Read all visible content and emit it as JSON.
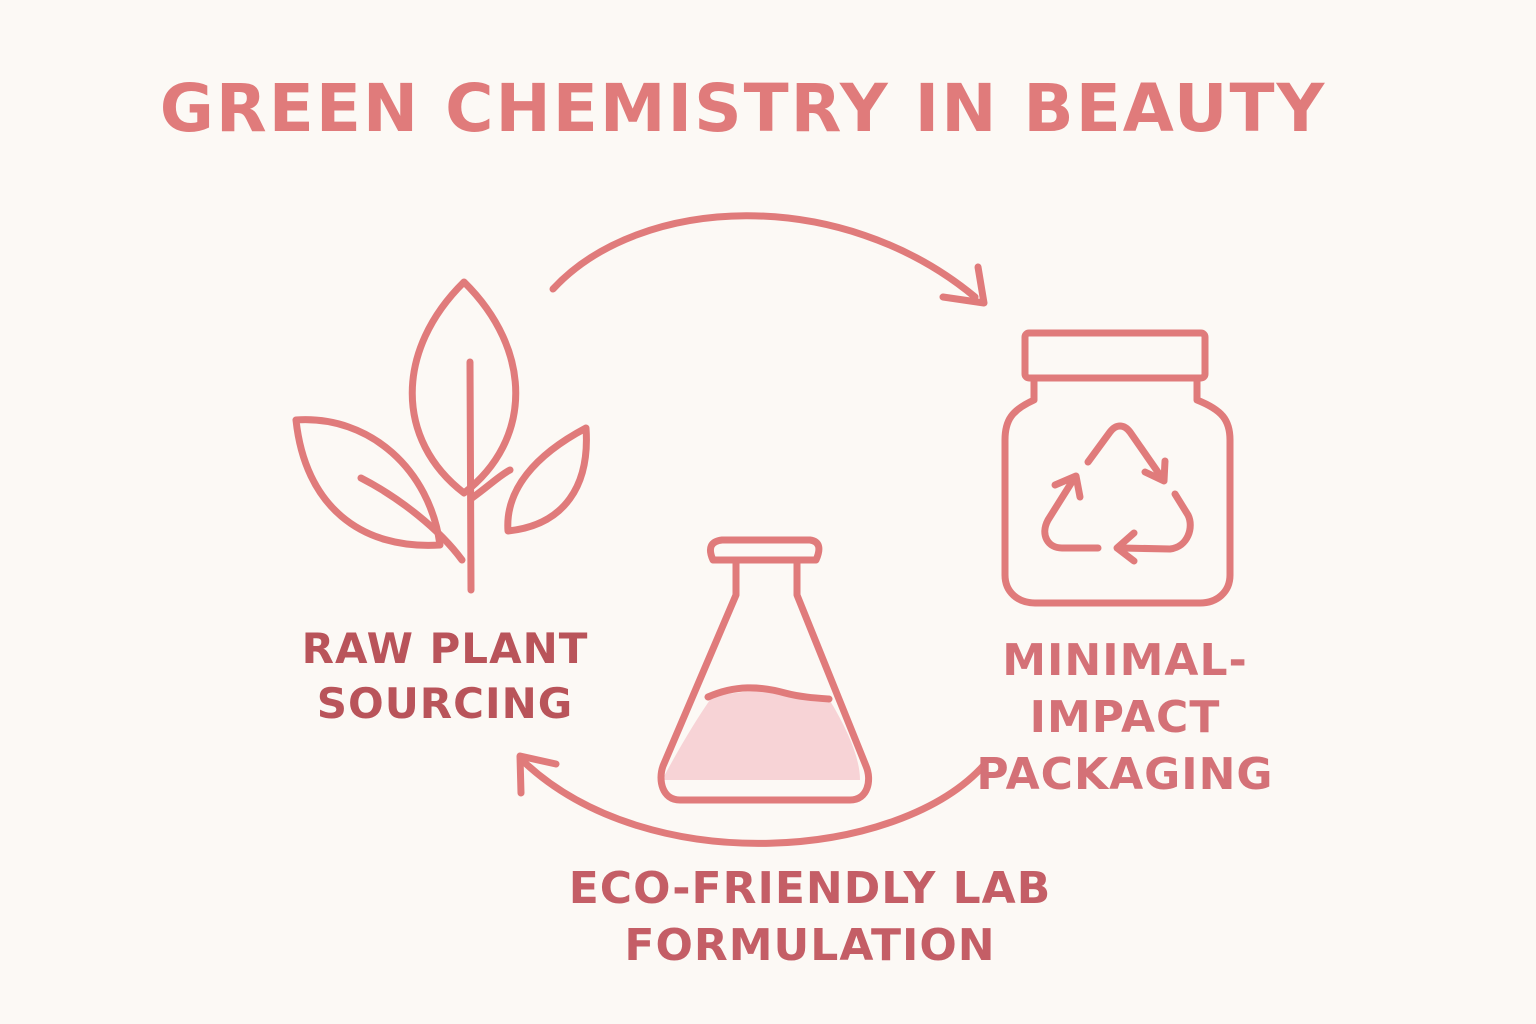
{
  "title": "GREEN CHEMISTRY IN BEAUTY",
  "colors": {
    "background": "#fcf9f5",
    "stroke": "#e07b7b",
    "liquid": "#f7d3d6",
    "title": "#e07b7b",
    "label_dark": "#b9545a",
    "label_mid": "#c45e66",
    "label_light": "#d47177"
  },
  "stages": [
    {
      "icon": "plant-leaves-icon",
      "lines": [
        "RAW PLANT",
        "SOURCING"
      ]
    },
    {
      "icon": "recycle-jar-icon",
      "lines": [
        "MINIMAL-IMPACT",
        "PACKAGING"
      ]
    },
    {
      "icon": "flask-icon",
      "lines": [
        "ECO-FRIENDLY LAB",
        "FORMULATION"
      ]
    }
  ]
}
